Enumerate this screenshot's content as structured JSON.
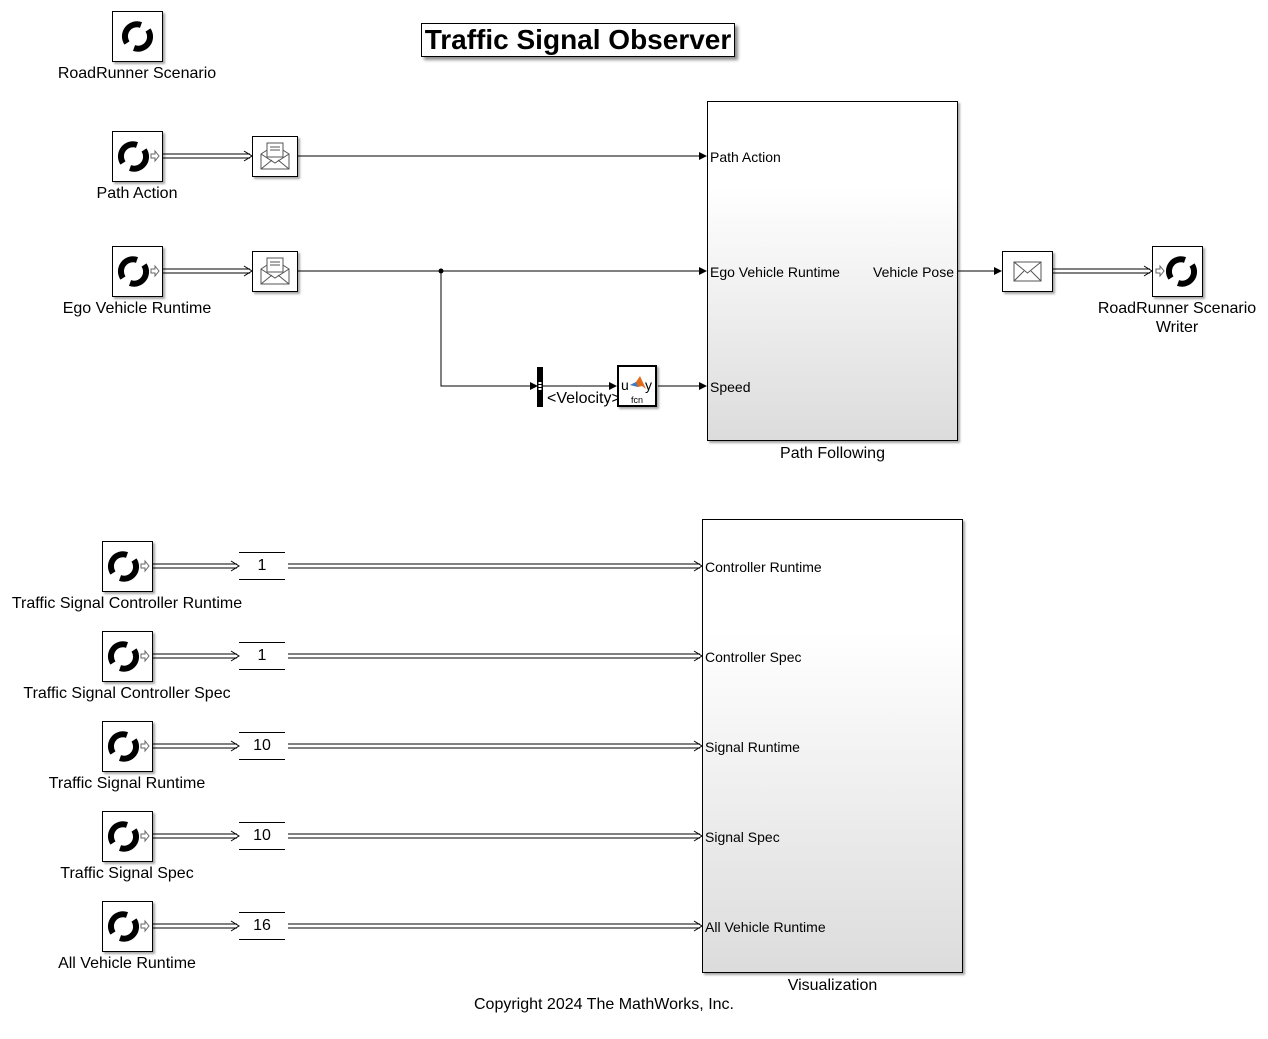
{
  "title": "Traffic Signal Observer",
  "copyright": "Copyright 2024 The MathWorks, Inc.",
  "scenario_block": {
    "label": "RoadRunner Scenario",
    "icon": "roadrunner-scenario-icon"
  },
  "readers_top": [
    {
      "label": "Path Action",
      "icon": "roadrunner-reader-icon"
    },
    {
      "label": "Ego Vehicle Runtime",
      "icon": "roadrunner-reader-icon"
    }
  ],
  "message_receive_icon": "message-receive-icon",
  "message_send_icon": "message-send-icon",
  "bus_selector": {
    "signal": "<Velocity>"
  },
  "matlab_function": {
    "input": "u",
    "output": "y",
    "name": "fcn",
    "icon": "matlab-logo-icon"
  },
  "path_following": {
    "name": "Path Following",
    "inputs": [
      "Path Action",
      "Ego Vehicle Runtime",
      "Speed"
    ],
    "outputs": [
      "Vehicle Pose"
    ]
  },
  "writer": {
    "label_line1": "RoadRunner Scenario",
    "label_line2": "Writer",
    "icon": "roadrunner-writer-icon"
  },
  "readers_bottom": [
    {
      "label": "Traffic Signal Controller Runtime",
      "buffer": "1"
    },
    {
      "label": "Traffic Signal Controller Spec",
      "buffer": "1"
    },
    {
      "label": "Traffic Signal Runtime",
      "buffer": "10"
    },
    {
      "label": "Traffic Signal Spec",
      "buffer": "10"
    },
    {
      "label": "All Vehicle Runtime",
      "buffer": "16"
    }
  ],
  "visualization": {
    "name": "Visualization",
    "inputs": [
      "Controller Runtime",
      "Controller Spec",
      "Signal Runtime",
      "Signal Spec",
      "All Vehicle Runtime"
    ]
  }
}
